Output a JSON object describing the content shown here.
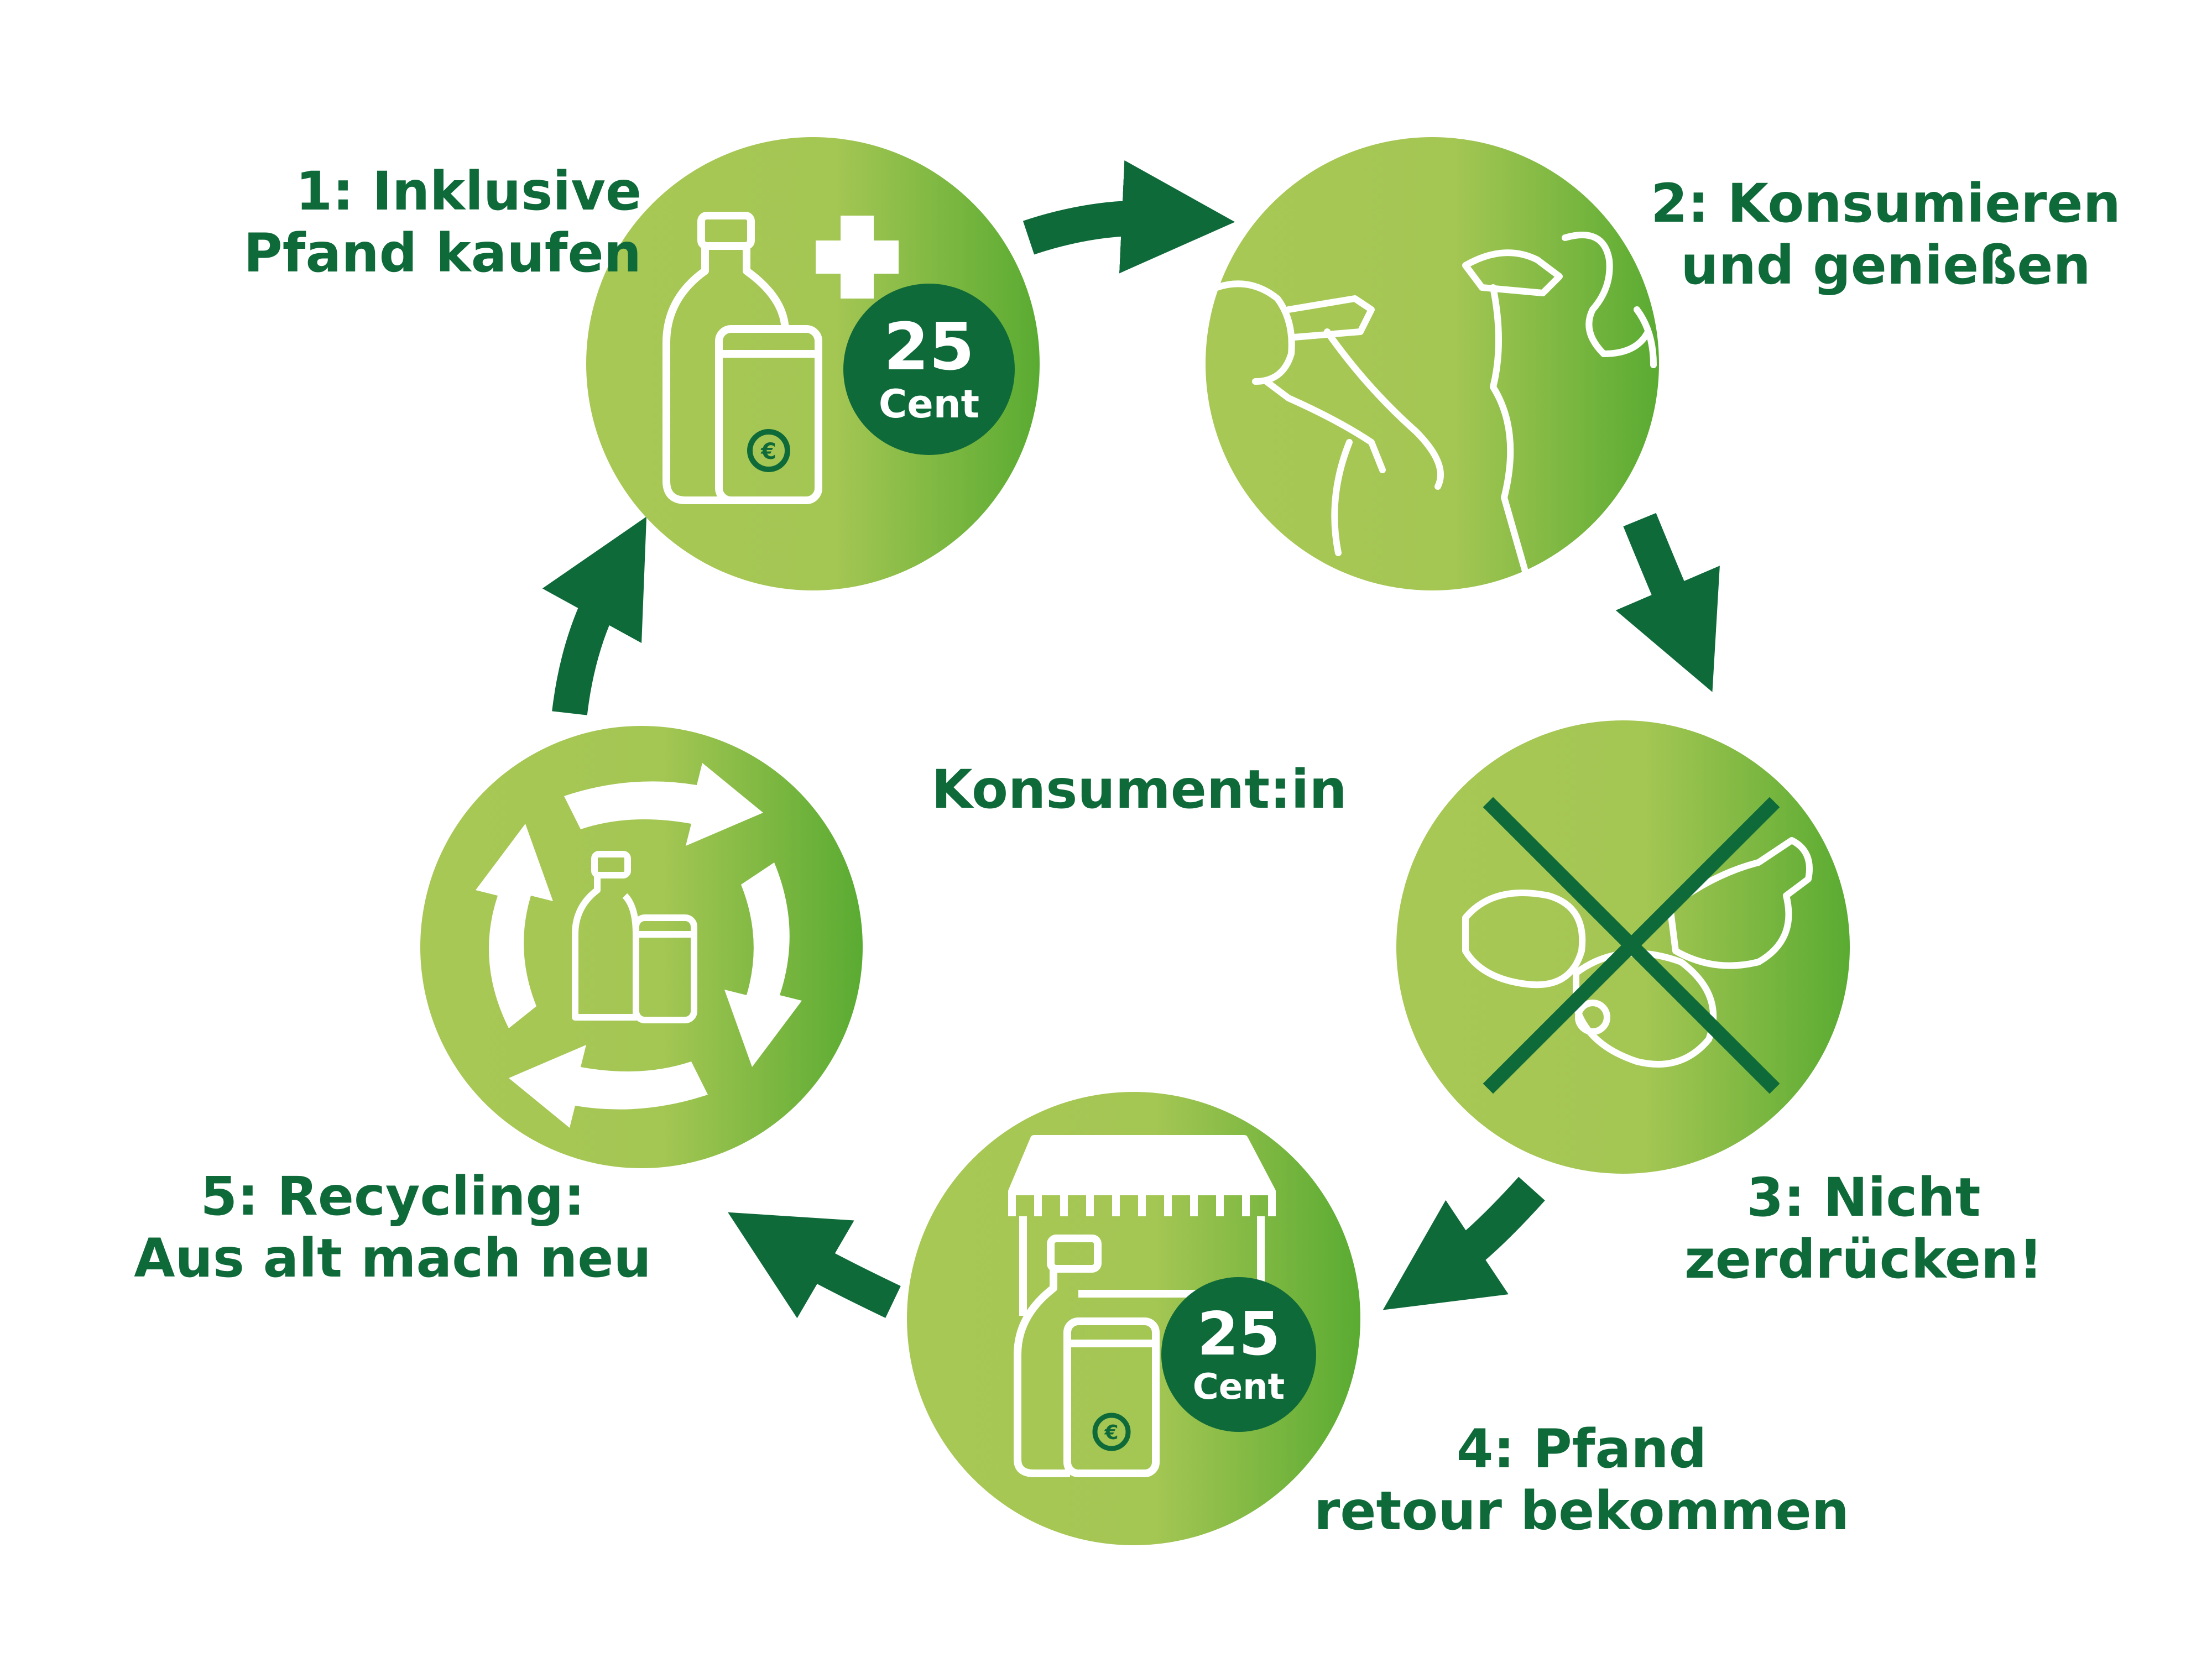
{
  "center_label": "Konsument:in",
  "steps": [
    {
      "line1": "1: Inklusive",
      "line2": "Pfand kaufen",
      "badge_value": "25",
      "badge_unit": "Cent",
      "icon": "bottle-can-plus-icon"
    },
    {
      "line1": "2: Konsumieren",
      "line2": "und genießen",
      "icon": "people-drinking-icon"
    },
    {
      "line1": "3: Nicht",
      "line2": "zerdrücken!",
      "icon": "crushed-bottles-crossed-icon"
    },
    {
      "line1": "4: Pfand",
      "line2": "retour bekommen",
      "badge_value": "25",
      "badge_unit": "Cent",
      "icon": "shop-return-icon"
    },
    {
      "line1": "5: Recycling:",
      "line2": "Aus alt mach neu",
      "icon": "recycling-arrows-icon"
    }
  ],
  "colors": {
    "dark_green": "#0f6a3a",
    "light_green": "#a8c855",
    "mid_green": "#5aab32"
  }
}
